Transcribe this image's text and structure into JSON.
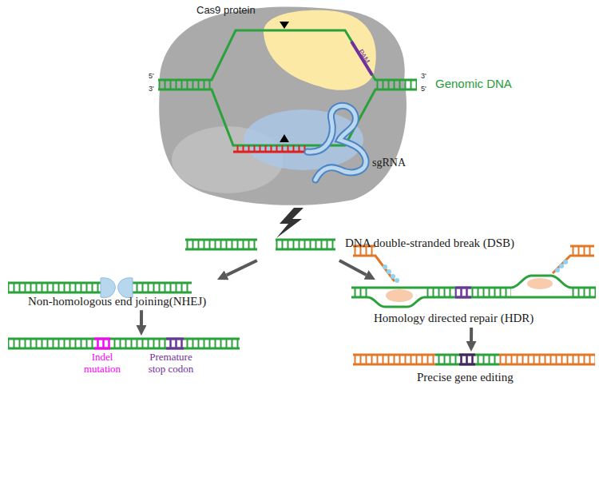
{
  "diagram": {
    "nodes": [
      {
        "text": [
          "Cas9 protein"
        ]
      },
      {
        "text": [
          "DNA double-stranded break (DSB)"
        ]
      },
      {
        "text": [
          "Non-homologous end joining(NHEJ)"
        ]
      },
      {
        "text": [
          "Homology directed repair (HDR)"
        ]
      },
      {
        "text": [
          "Indel mutation",
          "Premature stop codon"
        ]
      },
      {
        "text": [
          "Precise gene editing"
        ]
      }
    ],
    "edges": [
      {
        "from": 1,
        "to": 2,
        "arrow": "to"
      },
      {
        "from": 1,
        "to": 3,
        "arrow": "to"
      },
      {
        "from": 2,
        "to": 4,
        "arrow": "to"
      },
      {
        "from": 3,
        "to": 5,
        "arrow": "to"
      }
    ],
    "labels": [
      "5'",
      "3'",
      "PAM",
      "3'",
      "5'",
      "Genomic DNA",
      "sgRNA"
    ]
  }
}
